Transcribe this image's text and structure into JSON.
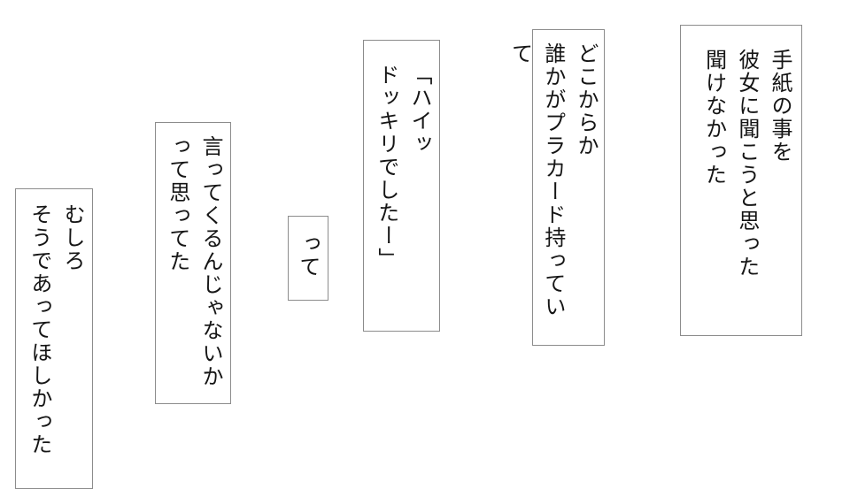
{
  "page": {
    "background": "#ffffff",
    "border_color": "#8c8c8c",
    "text_color": "#151515"
  },
  "boxes": [
    {
      "name": "narration-box-letter",
      "text": "手紙の事を\n彼女に聞こうと思った\n聞けなかった"
    },
    {
      "name": "narration-box-placard",
      "text": "どこからか\n誰かがプラカード持っていて"
    },
    {
      "name": "speech-box-prank",
      "text": "「ハイッ\nドッキリでしたー」"
    },
    {
      "name": "narration-box-tte",
      "text": "って"
    },
    {
      "name": "narration-box-expected",
      "text": "言ってくるんじゃないか\nって思ってた"
    },
    {
      "name": "narration-box-wish",
      "text": "むしろ\nそうであってほしかった"
    }
  ]
}
